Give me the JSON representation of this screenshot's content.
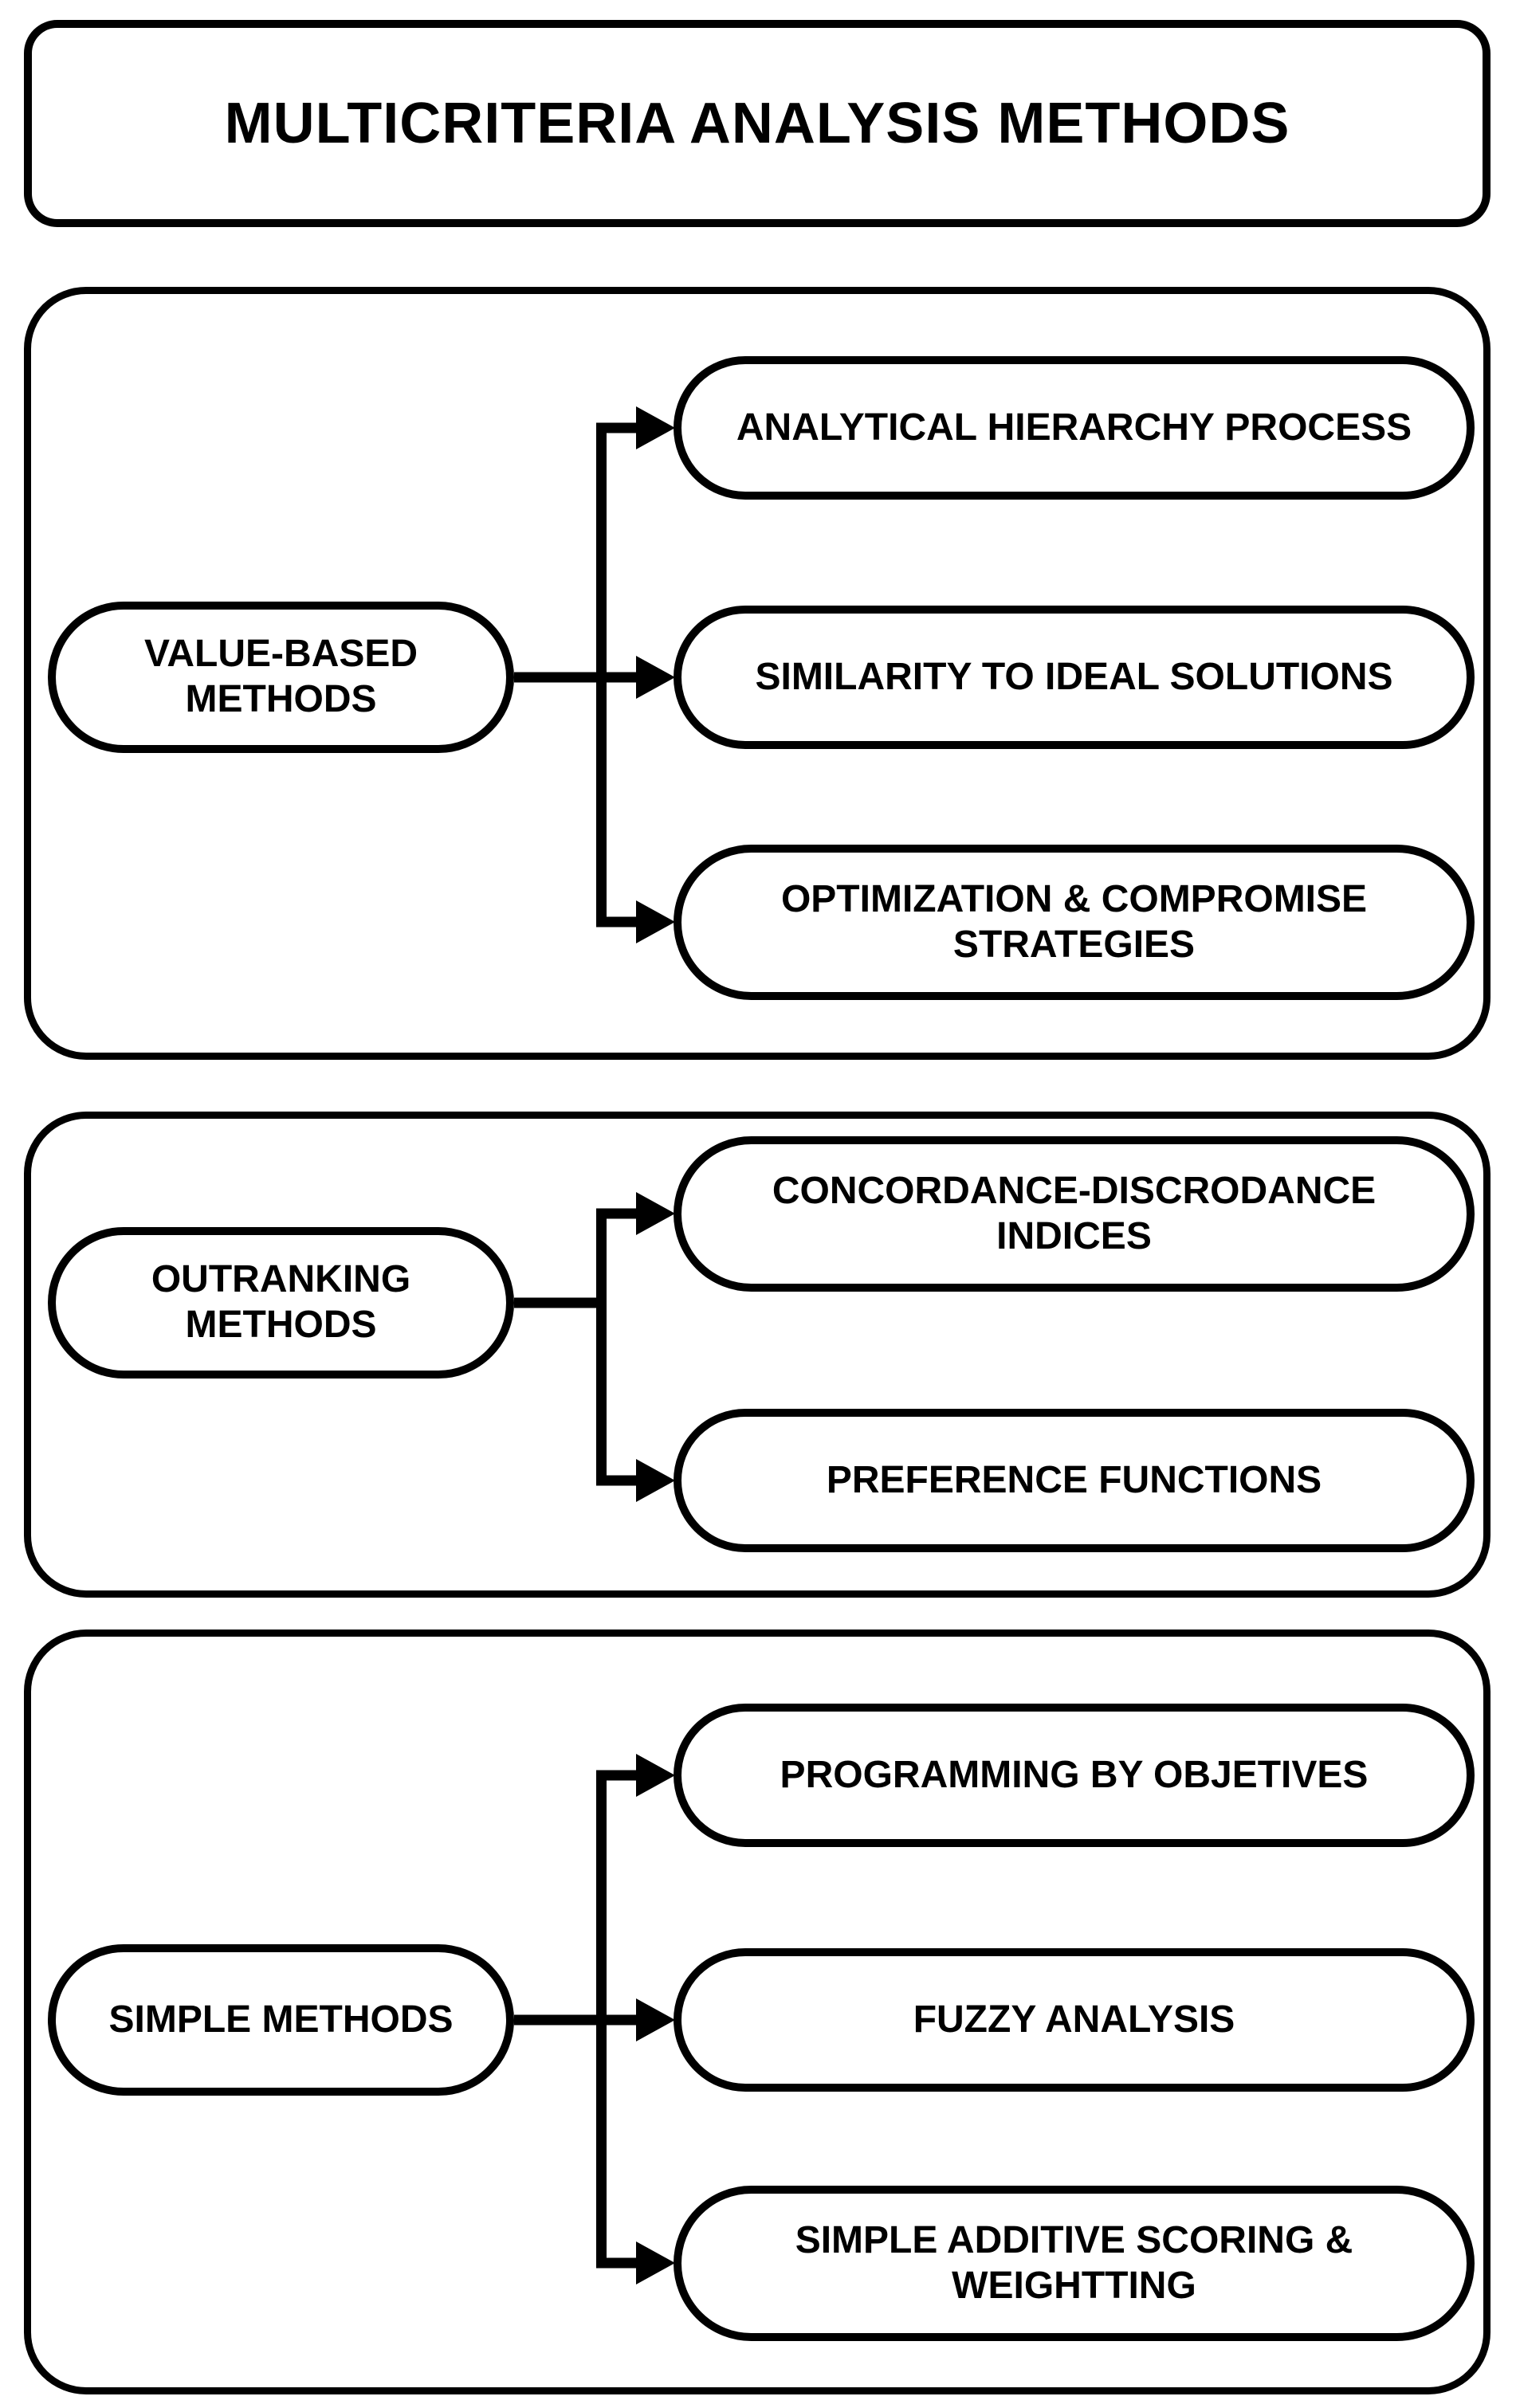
{
  "title": "MULTICRITERIA ANALYSIS METHODS",
  "colors": {
    "ink": "#000000",
    "background": "#ffffff"
  },
  "groups": [
    {
      "parent": {
        "label": "VALUE-BASED\nMETHODS"
      },
      "children": [
        {
          "label": "ANALYTICAL HIERARCHY PROCESS"
        },
        {
          "label": "SIMILARITY TO IDEAL SOLUTIONS"
        },
        {
          "label": "OPTIMIZATION & COMPROMISE\nSTRATEGIES"
        }
      ]
    },
    {
      "parent": {
        "label": "OUTRANKING\nMETHODS"
      },
      "children": [
        {
          "label": "CONCORDANCE-DISCRODANCE\nINDICES"
        },
        {
          "label": "PREFERENCE FUNCTIONS"
        }
      ]
    },
    {
      "parent": {
        "label": "SIMPLE METHODS"
      },
      "children": [
        {
          "label": "PROGRAMMING BY OBJETIVES"
        },
        {
          "label": "FUZZY ANALYSIS"
        },
        {
          "label": "SIMPLE ADDITIVE SCORING &\nWEIGHTTING"
        }
      ]
    }
  ]
}
